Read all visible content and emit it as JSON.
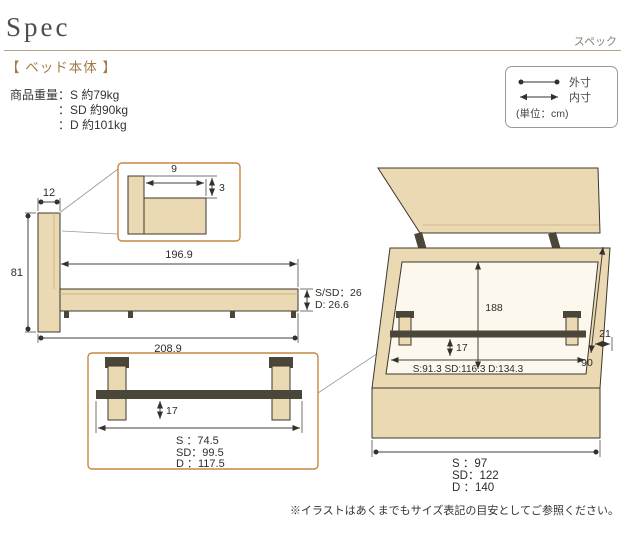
{
  "header": {
    "title": "Spec",
    "subtitle": "スペック"
  },
  "section_label": "【 ベッド本体 】",
  "weights": {
    "line1": "商品重量：S 約79kg",
    "line2": "：SD 約90kg",
    "line3": "：D 約101kg"
  },
  "legend": {
    "outer_label": "外寸",
    "inner_label": "内寸",
    "unit": "(単位：cm)"
  },
  "side_view": {
    "headboard_width": "12",
    "height": "81",
    "platform_length": "196.9",
    "total_length": "208.9",
    "rail_height_s": "S/SD：26",
    "rail_height_d": "D: 26.6"
  },
  "headboard_detail": {
    "shelf_depth": "9",
    "lip_height": "3"
  },
  "bar_detail": {
    "clearance": "17",
    "width_s": "S ：74.5",
    "width_sd": "SD：99.5",
    "width_d": "D ：117.5"
  },
  "storage_view": {
    "inner_length": "188",
    "bar_clearance": "17",
    "rim_width": "21",
    "inner_widths": "S:91.3 SD:116.3 D:134.3",
    "opening_height": "90",
    "outer_width_s": "S ：97",
    "outer_width_sd": "SD：122",
    "outer_width_d": "D ：140"
  },
  "footnote": "※イラストはあくまでもサイズ表記の目安としてご参照ください。",
  "colors": {
    "wood": "#ead9b2",
    "accent": "#c9873d",
    "dark": "#4b463a",
    "rule": "#b4a284",
    "label_brown": "#a3784a"
  }
}
